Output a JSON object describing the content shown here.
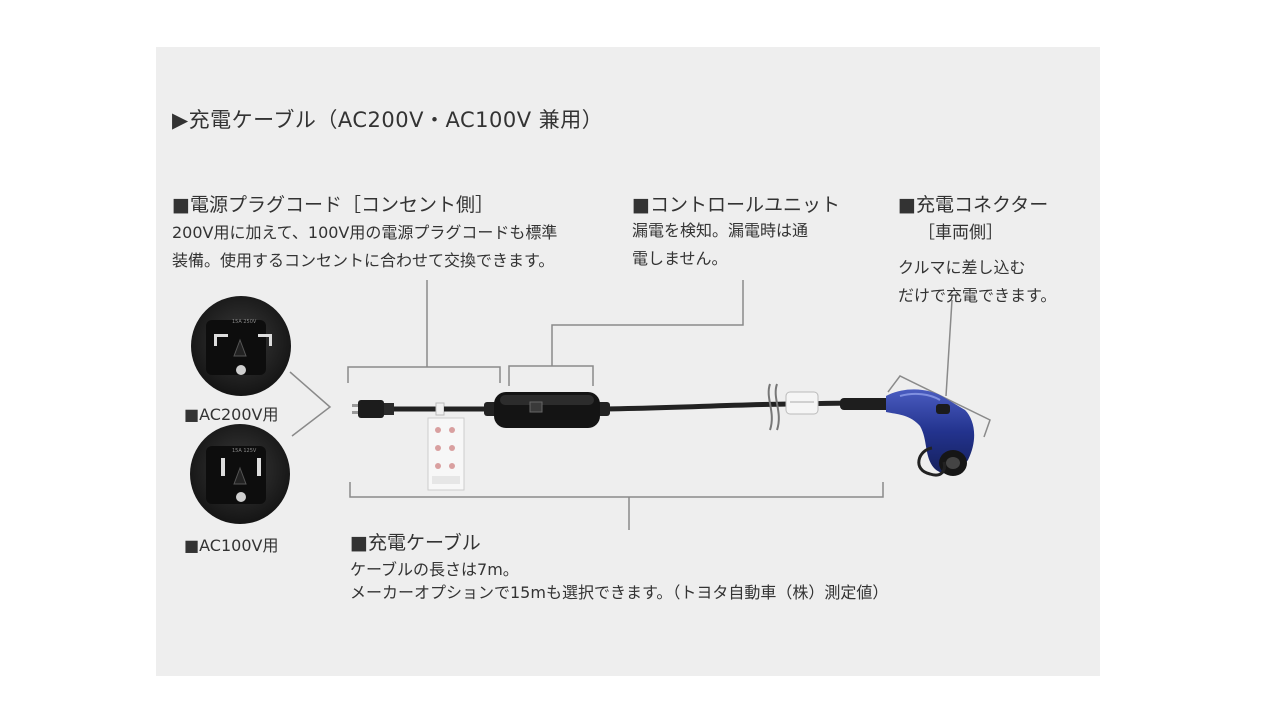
{
  "title": "▶充電ケーブル（AC200V・AC100V 兼用）",
  "power_plug": {
    "heading": "■電源プラグコード［コンセント側］",
    "desc_line1": "200V用に加えて、100V用の電源プラグコードも標準",
    "desc_line2": "装備。使用するコンセントに合わせて交換できます。"
  },
  "control_unit": {
    "heading": "■コントロールユニット",
    "desc_line1": "漏電を検知。漏電時は通",
    "desc_line2": "電しません。"
  },
  "connector": {
    "heading": "■充電コネクター",
    "heading2": "［車両側］",
    "desc_line1": "クルマに差し込む",
    "desc_line2": "だけで充電できます。"
  },
  "plug_labels": {
    "ac200": "■AC200V用",
    "ac100": "■AC100V用"
  },
  "cable": {
    "heading": "■充電ケーブル",
    "desc_line1": "ケーブルの長さは7m。",
    "desc_line2": "メーカーオプションで15mも選択できます。（トヨタ自動車（株）測定値）"
  },
  "colors": {
    "panel_bg": "#eeeeee",
    "line": "#8a8a8a",
    "connector_blue": "#2a3c9a",
    "text": "#333333"
  },
  "icons": [
    "plug-200v-icon",
    "plug-100v-icon",
    "cable-icon",
    "control-unit-icon",
    "connector-icon"
  ]
}
